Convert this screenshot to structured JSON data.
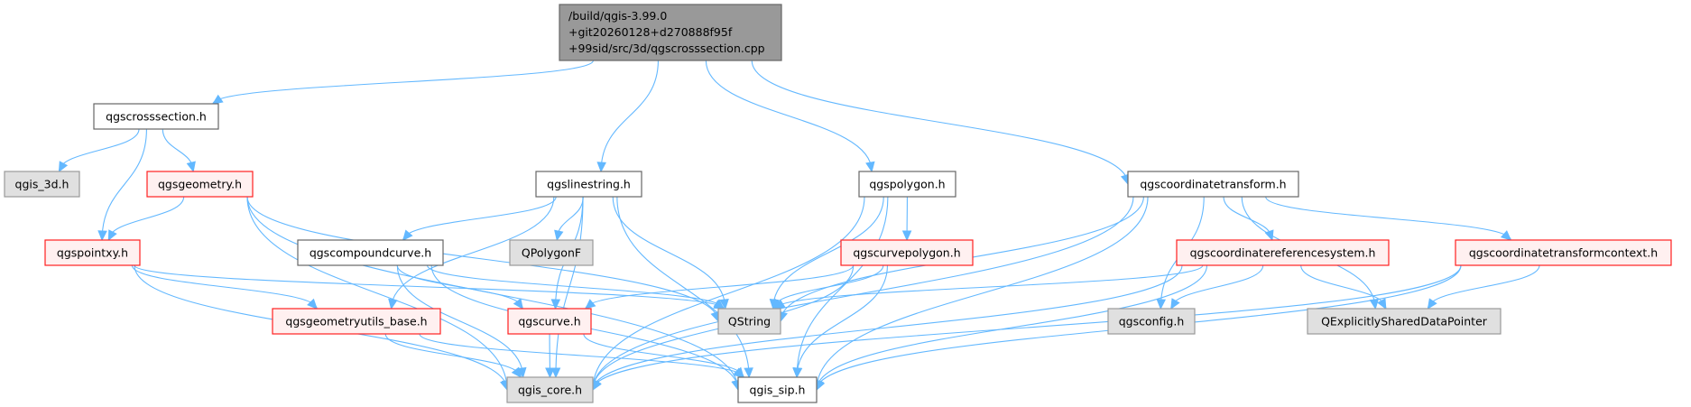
{
  "diagram": {
    "type": "include-dependency-graph",
    "root": {
      "id": "root",
      "lines": [
        "/build/qgis-3.99.0",
        "+git20260128+d270888f95f",
        "+99sid/src/3d/qgscrosssection.cpp"
      ]
    },
    "nodes": [
      {
        "id": "qgscrosssection",
        "label": "qgscrosssection.h",
        "style": "normal"
      },
      {
        "id": "qgis_3d",
        "label": "qgis_3d.h",
        "style": "gray"
      },
      {
        "id": "qgsgeometry",
        "label": "qgsgeometry.h",
        "style": "red"
      },
      {
        "id": "qgspointxy",
        "label": "qgspointxy.h",
        "style": "red"
      },
      {
        "id": "qgslinestring",
        "label": "qgslinestring.h",
        "style": "normal"
      },
      {
        "id": "qgscompoundcurve",
        "label": "qgscompoundcurve.h",
        "style": "normal"
      },
      {
        "id": "qpolygonf",
        "label": "QPolygonF",
        "style": "gray"
      },
      {
        "id": "qgsgeometryutils_base",
        "label": "qgsgeometryutils_base.h",
        "style": "red"
      },
      {
        "id": "qgscurve",
        "label": "qgscurve.h",
        "style": "red"
      },
      {
        "id": "qstring",
        "label": "QString",
        "style": "gray"
      },
      {
        "id": "qgis_core",
        "label": "qgis_core.h",
        "style": "gray"
      },
      {
        "id": "qgis_sip",
        "label": "qgis_sip.h",
        "style": "normal"
      },
      {
        "id": "qgspolygon",
        "label": "qgspolygon.h",
        "style": "normal"
      },
      {
        "id": "qgscurvepolygon",
        "label": "qgscurvepolygon.h",
        "style": "red"
      },
      {
        "id": "qgscoordinatetransform",
        "label": "qgscoordinatetransform.h",
        "style": "normal"
      },
      {
        "id": "qgscoordinatereferencesystem",
        "label": "qgscoordinatereferencesystem.h",
        "style": "red"
      },
      {
        "id": "qgscoordinatetransformcontext",
        "label": "qgscoordinatetransformcontext.h",
        "style": "red"
      },
      {
        "id": "qgsconfig",
        "label": "qgsconfig.h",
        "style": "gray"
      },
      {
        "id": "qexplicitlyshareddatapointer",
        "label": "QExplicitlySharedDataPointer",
        "style": "gray"
      }
    ],
    "edges": [
      [
        "root",
        "qgscrosssection"
      ],
      [
        "root",
        "qgslinestring"
      ],
      [
        "root",
        "qgspolygon"
      ],
      [
        "root",
        "qgscoordinatetransform"
      ],
      [
        "qgscrosssection",
        "qgis_3d"
      ],
      [
        "qgscrosssection",
        "qgsgeometry"
      ],
      [
        "qgscrosssection",
        "qgspointxy"
      ],
      [
        "qgsgeometry",
        "qgspointxy"
      ],
      [
        "qgsgeometry",
        "qgis_core"
      ],
      [
        "qgsgeometry",
        "qstring"
      ],
      [
        "qgsgeometry",
        "qgis_sip"
      ],
      [
        "qgspointxy",
        "qgsgeometryutils_base"
      ],
      [
        "qgspointxy",
        "qgis_core"
      ],
      [
        "qgspointxy",
        "qstring"
      ],
      [
        "qgslinestring",
        "qgscompoundcurve"
      ],
      [
        "qgslinestring",
        "qpolygonf"
      ],
      [
        "qgslinestring",
        "qgsgeometryutils_base"
      ],
      [
        "qgslinestring",
        "qgscurve"
      ],
      [
        "qgslinestring",
        "qstring"
      ],
      [
        "qgslinestring",
        "qgis_core"
      ],
      [
        "qgslinestring",
        "qgis_sip"
      ],
      [
        "qgscompoundcurve",
        "qgscurve"
      ],
      [
        "qgscompoundcurve",
        "qgis_core"
      ],
      [
        "qgscompoundcurve",
        "qgis_sip"
      ],
      [
        "qgscompoundcurve",
        "qstring"
      ],
      [
        "qgsgeometryutils_base",
        "qgis_core"
      ],
      [
        "qgsgeometryutils_base",
        "qgis_sip"
      ],
      [
        "qgscurve",
        "qgis_core"
      ],
      [
        "qgscurve",
        "qgis_sip"
      ],
      [
        "qgspolygon",
        "qgscurvepolygon"
      ],
      [
        "qgspolygon",
        "qstring"
      ],
      [
        "qgspolygon",
        "qgis_core"
      ],
      [
        "qgspolygon",
        "qgis_sip"
      ],
      [
        "qgscurvepolygon",
        "qgscurve"
      ],
      [
        "qgscurvepolygon",
        "qstring"
      ],
      [
        "qgscurvepolygon",
        "qgis_core"
      ],
      [
        "qgscurvepolygon",
        "qgis_sip"
      ],
      [
        "qgscoordinatetransform",
        "qgscoordinatereferencesystem"
      ],
      [
        "qgscoordinatetransform",
        "qgscoordinatetransformcontext"
      ],
      [
        "qgscoordinatetransform",
        "qstring"
      ],
      [
        "qgscoordinatetransform",
        "qgsconfig"
      ],
      [
        "qgscoordinatetransform",
        "qexplicitlyshareddatapointer"
      ],
      [
        "qgscoordinatetransform",
        "qgis_core"
      ],
      [
        "qgscoordinatetransform",
        "qgis_sip"
      ],
      [
        "qgscoordinatereferencesystem",
        "qstring"
      ],
      [
        "qgscoordinatereferencesystem",
        "qgsconfig"
      ],
      [
        "qgscoordinatereferencesystem",
        "qexplicitlyshareddatapointer"
      ],
      [
        "qgscoordinatereferencesystem",
        "qgis_core"
      ],
      [
        "qgscoordinatereferencesystem",
        "qgis_sip"
      ],
      [
        "qgscoordinatetransformcontext",
        "qexplicitlyshareddatapointer"
      ],
      [
        "qgscoordinatetransformcontext",
        "qgis_core"
      ],
      [
        "qgscoordinatetransformcontext",
        "qgis_sip"
      ]
    ],
    "colors": {
      "edge": "#63b8ff",
      "root_fill": "#999999",
      "red_border": "#ff2020",
      "red_fill": "#fff0f0",
      "gray_fill": "#e0e0e0"
    }
  }
}
